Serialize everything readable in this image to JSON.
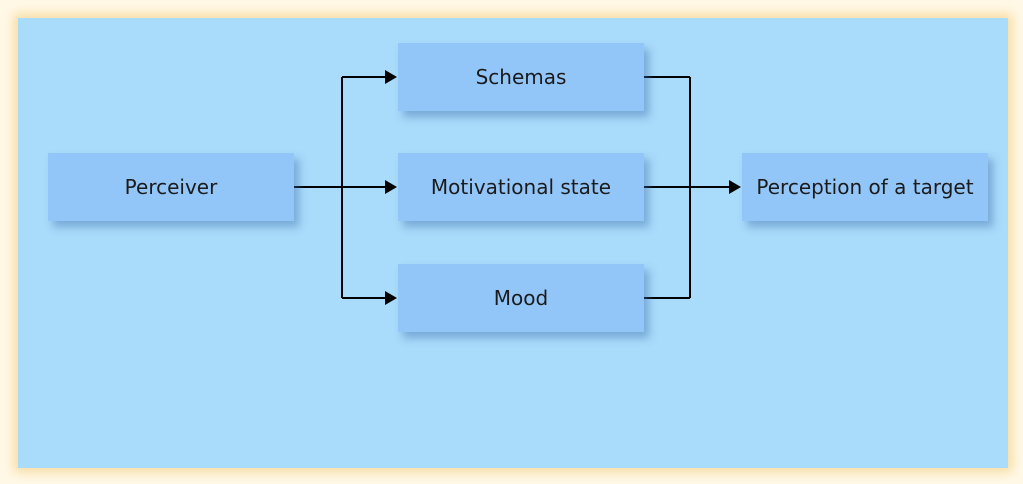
{
  "diagram": {
    "nodes": [
      {
        "id": "perceiver",
        "label": "Perceiver"
      },
      {
        "id": "schemas",
        "label": "Schemas"
      },
      {
        "id": "motivational_state",
        "label": "Motivational state"
      },
      {
        "id": "mood",
        "label": "Mood"
      },
      {
        "id": "perception_of_target",
        "label": "Perception of a target"
      }
    ],
    "edges": [
      {
        "from": "perceiver",
        "to": "schemas"
      },
      {
        "from": "perceiver",
        "to": "motivational_state"
      },
      {
        "from": "perceiver",
        "to": "mood"
      },
      {
        "from": "schemas",
        "to": "perception_of_target"
      },
      {
        "from": "motivational_state",
        "to": "perception_of_target"
      },
      {
        "from": "mood",
        "to": "perception_of_target"
      }
    ],
    "colors": {
      "panel_background": "#a9dbfb",
      "node_fill": "#93c6f8",
      "outer_border_glow": "#f6dca0",
      "connector": "#000000"
    }
  }
}
